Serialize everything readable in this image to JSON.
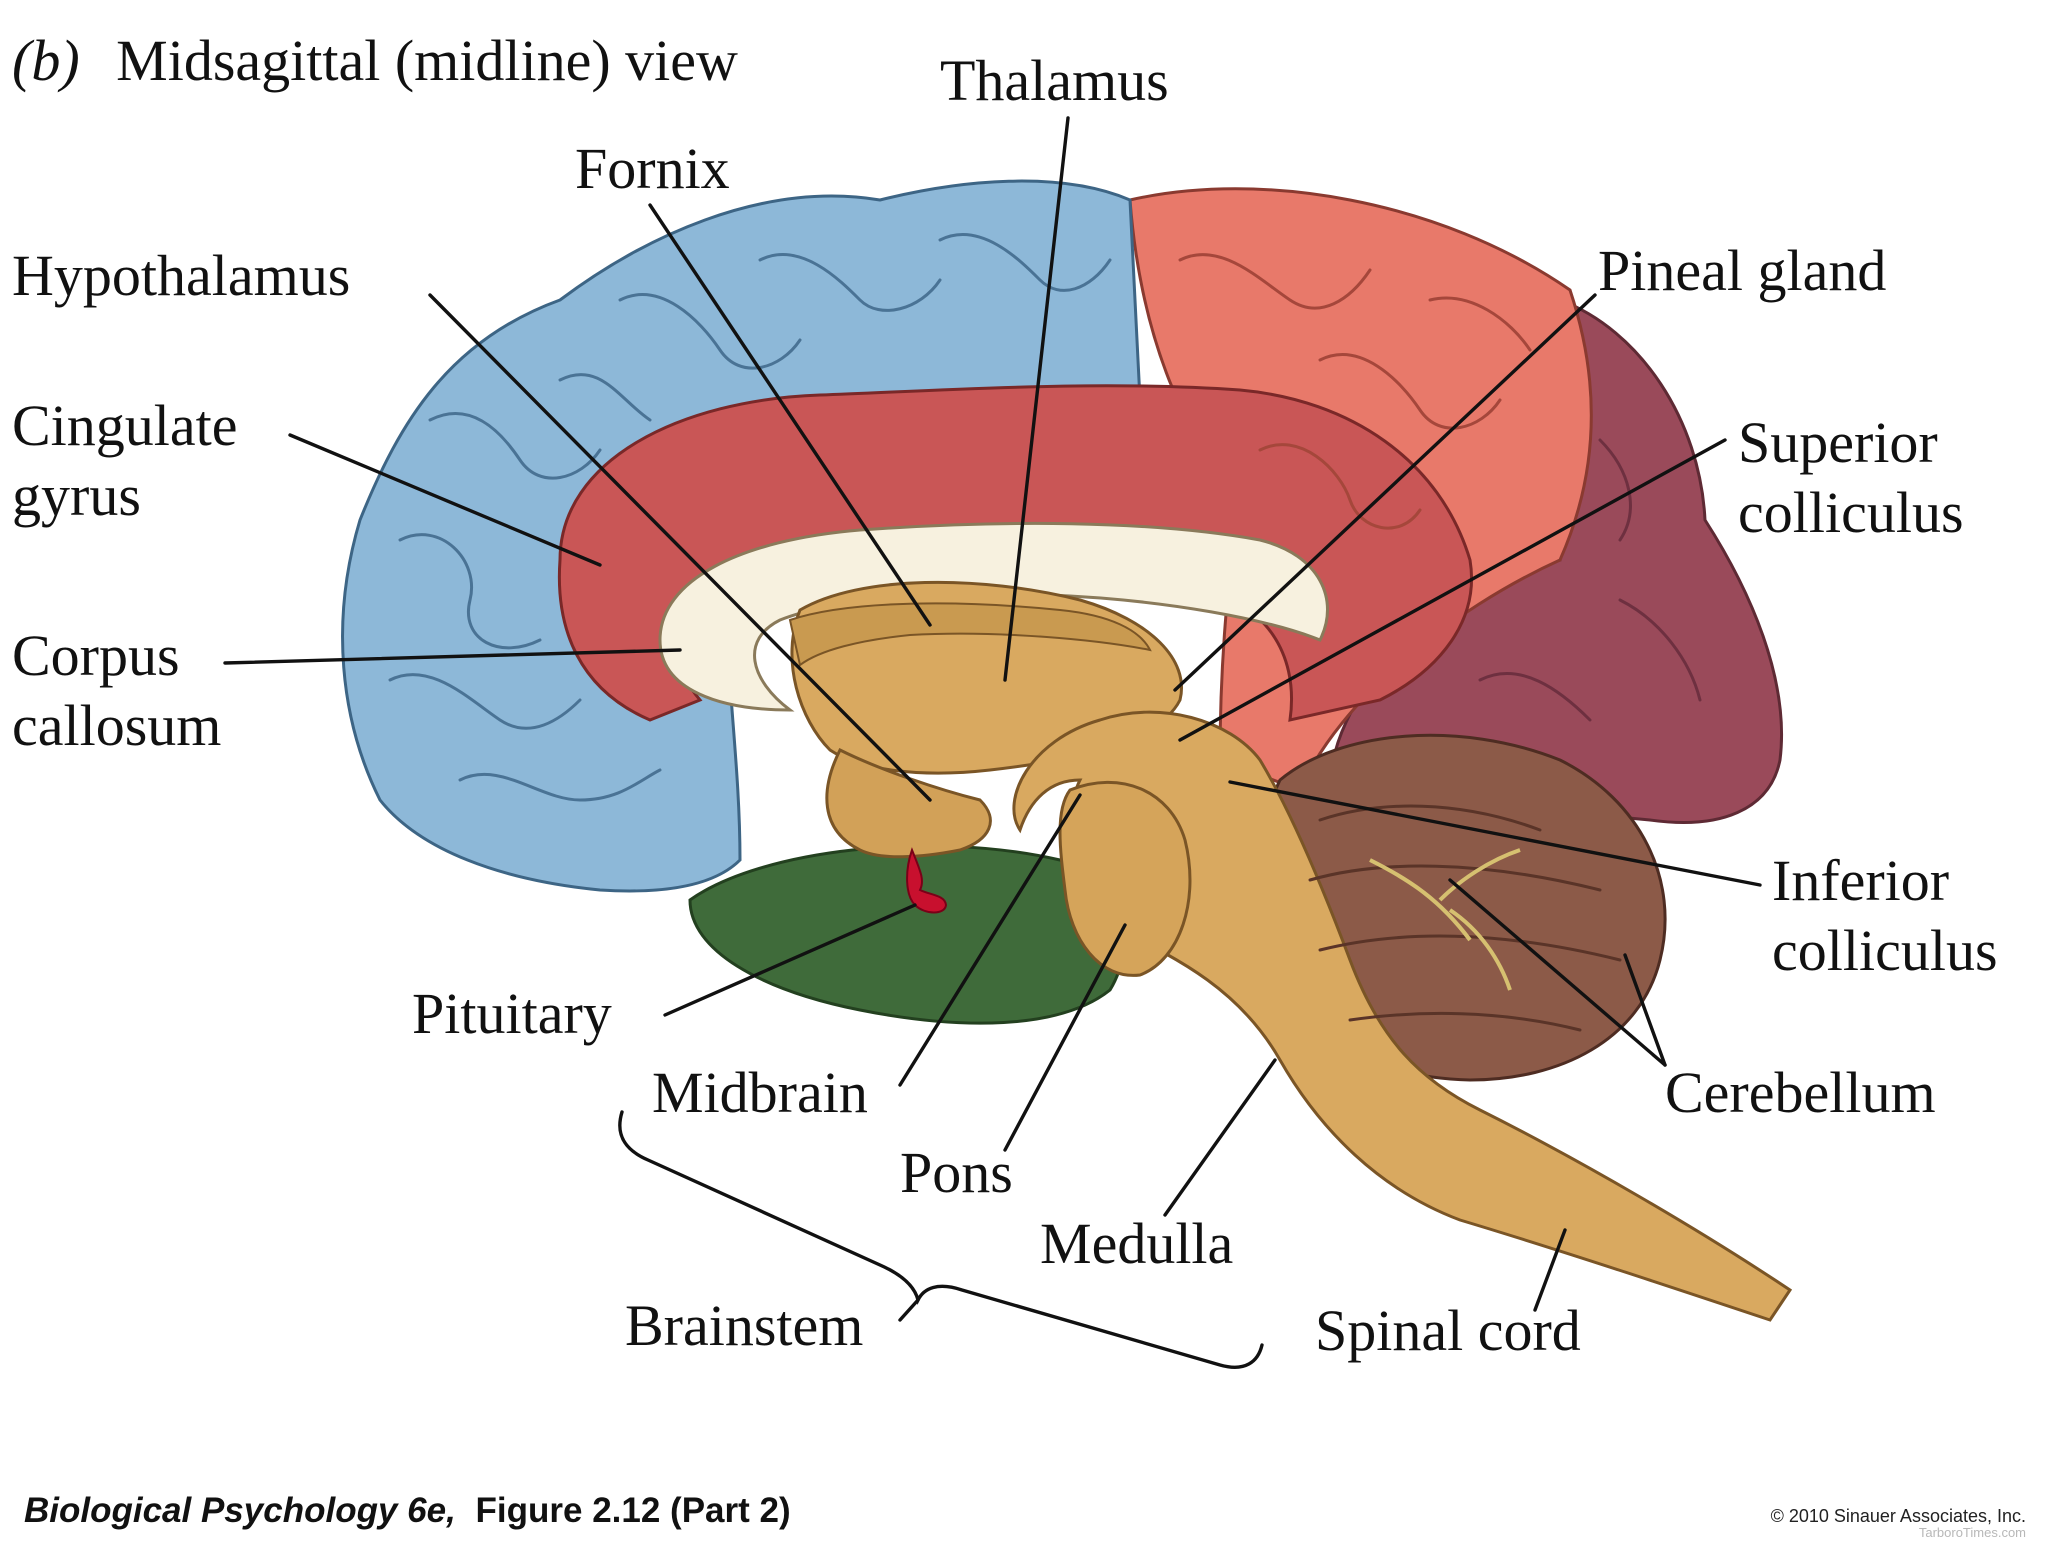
{
  "figure": {
    "panel_letter": "(b)",
    "title": "Midsagittal (midline) view",
    "caption_italic": "Biological Psychology 6e,",
    "caption_rest": "Figure 2.12 (Part 2)",
    "copyright": "© 2010 Sinauer Associates, Inc.",
    "watermark": "TarboroTimes.com"
  },
  "labels": {
    "thalamus": "Thalamus",
    "fornix": "Fornix",
    "hypothalamus": "Hypothalamus",
    "pineal_gland": "Pineal gland",
    "cingulate_gyrus": [
      "Cingulate",
      "gyrus"
    ],
    "superior_colliculus": [
      "Superior",
      "colliculus"
    ],
    "corpus_callosum": [
      "Corpus",
      "callosum"
    ],
    "inferior_colliculus": [
      "Inferior",
      "colliculus"
    ],
    "pituitary": "Pituitary",
    "cerebellum": "Cerebellum",
    "midbrain": "Midbrain",
    "pons": "Pons",
    "medulla": "Medulla",
    "brainstem": "Brainstem",
    "spinal_cord": "Spinal cord"
  },
  "colors": {
    "frontal_blue": "#8db8d8",
    "parietal_salmon": "#e8796a",
    "cingulate_red": "#c95656",
    "occipital_maroon": "#9a4a5a",
    "temporal_green": "#3f6b3a",
    "corpus_callosum_cream": "#f7f1df",
    "brainstem_tan": "#d9a960",
    "cerebellum_brown": "#8c5a48",
    "pituitary_red": "#c8102e"
  }
}
